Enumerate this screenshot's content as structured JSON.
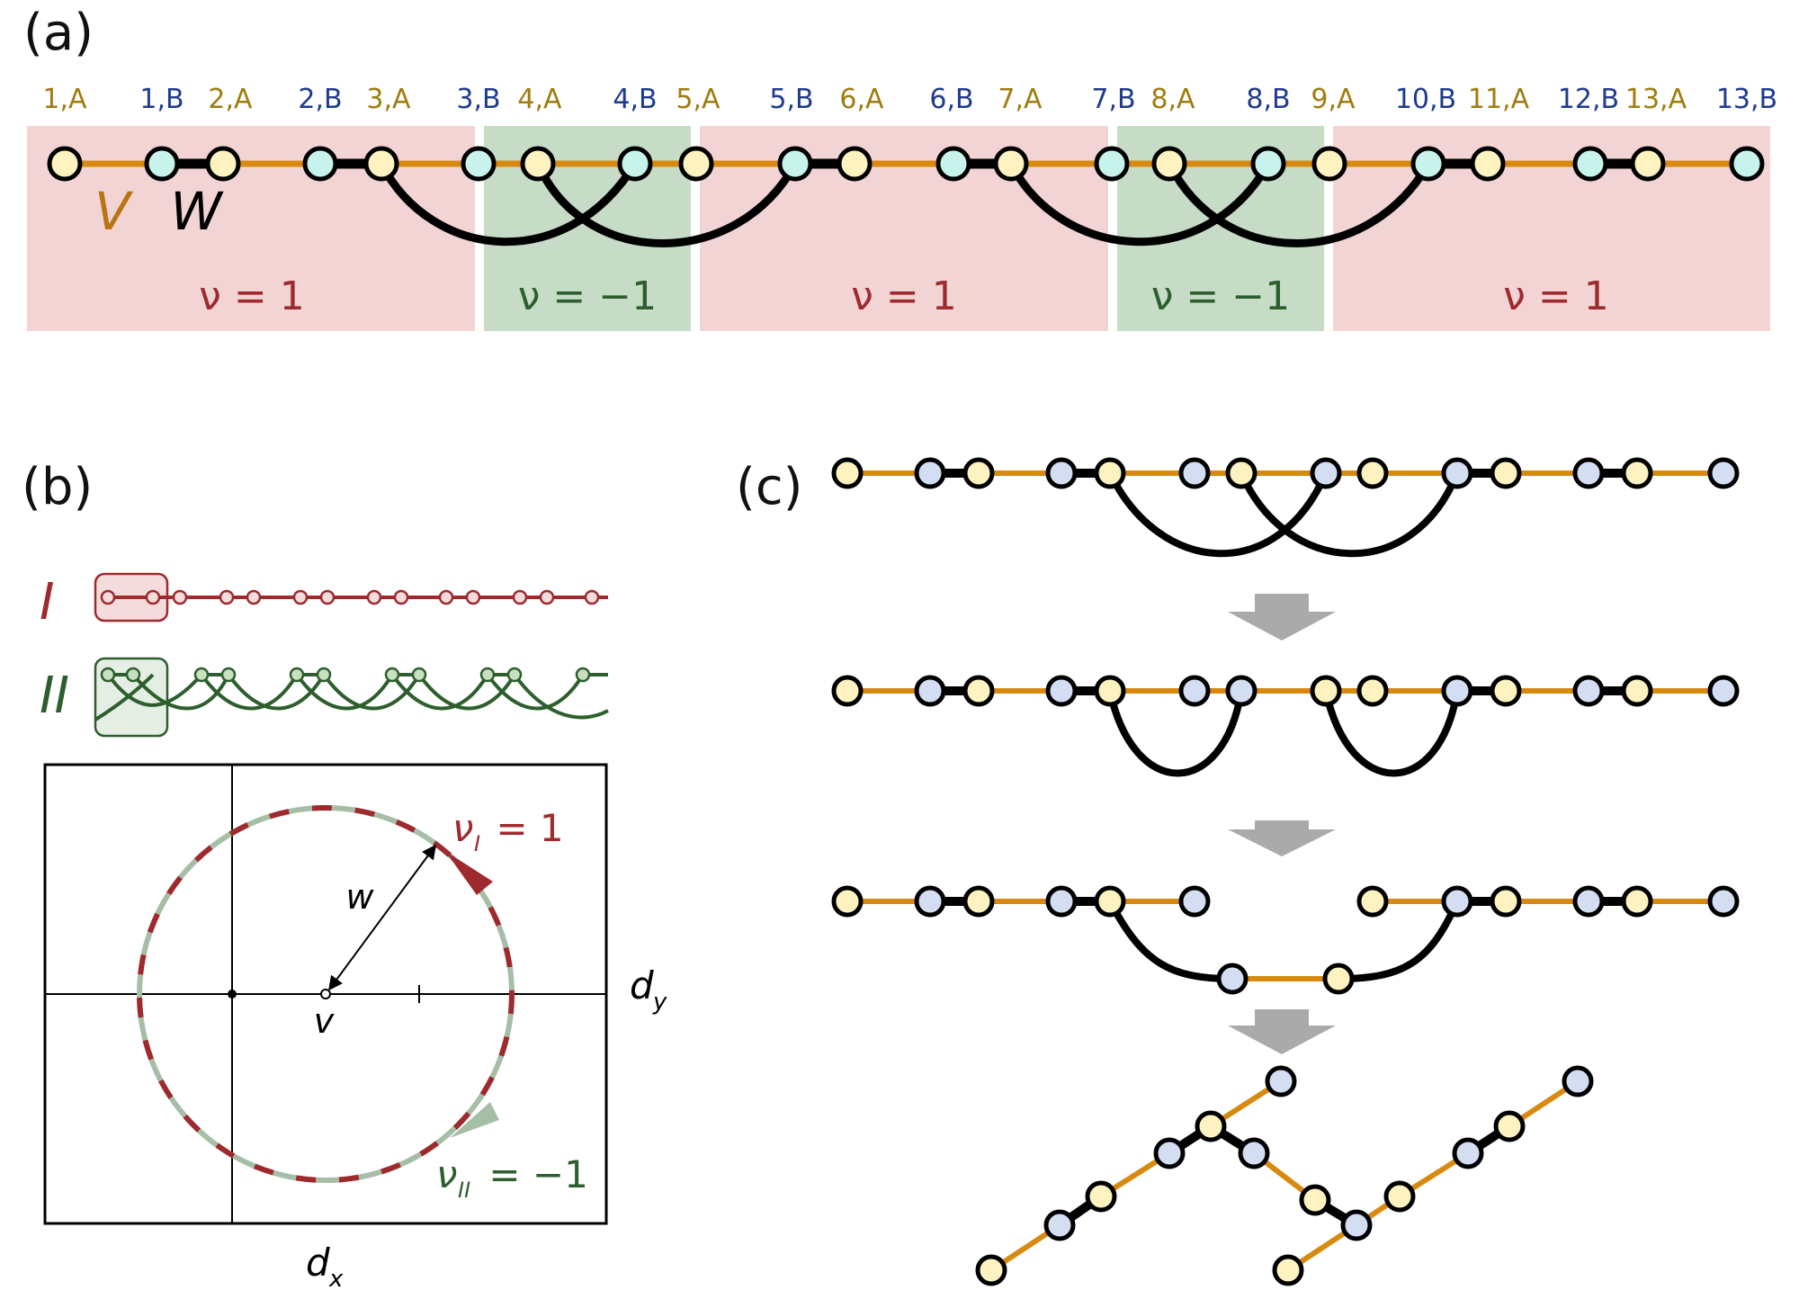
{
  "colors": {
    "orange_bond": "#d88a10",
    "black_bond": "#000000",
    "node_a_fill": "#fdf2c0",
    "node_b_fill_a": "#c8f3ec",
    "node_b_fill_c": "#d4def3",
    "region_pos": "#f3d4d4",
    "region_neg": "#c6dcc6",
    "winding_pos": "#9e2a2e",
    "winding_neg": "#2d5e2d",
    "site_a_text": "#a07c10",
    "site_b_text": "#1e3b8e",
    "model_i": "#9e2a2e",
    "model_ii": "#2d5e2d",
    "arrow_gray": "#aaaaaa"
  },
  "panel_a": {
    "label": "(a)",
    "v_label": "V",
    "w_label": "W",
    "sites": [
      "1,A",
      "1,B",
      "2,A",
      "2,B",
      "3,A",
      "3,B",
      "4,A",
      "4,B",
      "5,A",
      "5,B",
      "6,A",
      "6,B",
      "7,A",
      "7,B",
      "8,A",
      "8,B",
      "9,A",
      "10,B",
      "11,A",
      "12,B",
      "13,A",
      "13,B"
    ],
    "regions": [
      {
        "winding": "ν = 1",
        "sign": "pos"
      },
      {
        "winding": "ν = −1",
        "sign": "neg"
      },
      {
        "winding": "ν = 1",
        "sign": "pos"
      },
      {
        "winding": "ν = −1",
        "sign": "neg"
      },
      {
        "winding": "ν = 1",
        "sign": "pos"
      }
    ]
  },
  "panel_b": {
    "label": "(b)",
    "model_i_label": "I",
    "model_ii_label": "II",
    "w_label": "w",
    "v_label": "v",
    "dx_label": "d",
    "dx_sub": "x",
    "dy_label": "d",
    "dy_sub": "y",
    "nu_i": {
      "symbol": "ν",
      "sub": "I",
      "value": " = 1"
    },
    "nu_ii": {
      "symbol": "ν",
      "sub": "II",
      "value": " = −1"
    }
  },
  "panel_c": {
    "label": "(c)"
  }
}
